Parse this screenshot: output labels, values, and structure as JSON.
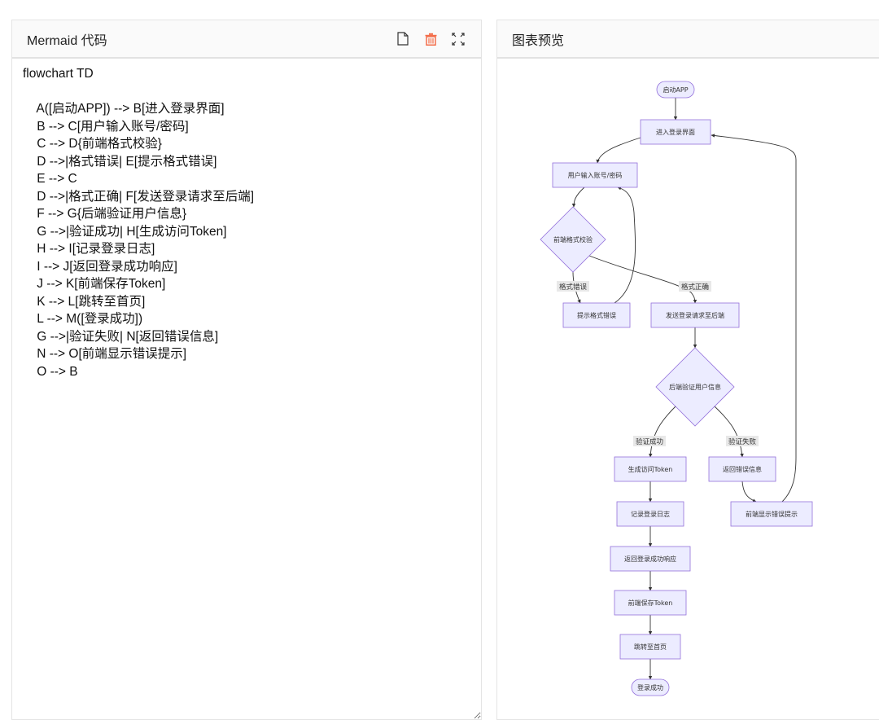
{
  "code_panel": {
    "title": "Mermaid 代码",
    "actions": {
      "new_icon": "file-icon",
      "delete_icon": "trash-icon",
      "fullscreen_icon": "expand-icon"
    },
    "colors": {
      "delete": "#f36d4a"
    },
    "code": "flowchart TD\n\n    A([启动APP]) --> B[进入登录界面]\n    B --> C[用户输入账号/密码]\n    C --> D{前端格式校验}\n    D -->|格式错误| E[提示格式错误]\n    E --> C\n    D -->|格式正确| F[发送登录请求至后端]\n    F --> G{后端验证用户信息}\n    G -->|验证成功| H[生成访问Token]\n    H --> I[记录登录日志]\n    I --> J[返回登录成功响应]\n    J --> K[前端保存Token]\n    K --> L[跳转至首页]\n    L --> M([登录成功])\n    G -->|验证失败| N[返回错误信息]\n    N --> O[前端显示错误提示]\n    O --> B"
  },
  "preview_panel": {
    "title": "图表预览",
    "colors": {
      "node_fill": "#ececff",
      "node_stroke": "#9370db",
      "edge": "#333333",
      "label_bg": "#e8e8e8"
    },
    "nodes": [
      {
        "id": "A",
        "label": "启动APP",
        "shape": "stadium"
      },
      {
        "id": "B",
        "label": "进入登录界面",
        "shape": "rect"
      },
      {
        "id": "C",
        "label": "用户输入账号/密码",
        "shape": "rect"
      },
      {
        "id": "D",
        "label": "前端格式校验",
        "shape": "diamond"
      },
      {
        "id": "E",
        "label": "提示格式错误",
        "shape": "rect"
      },
      {
        "id": "F",
        "label": "发送登录请求至后端",
        "shape": "rect"
      },
      {
        "id": "G",
        "label": "后端验证用户信息",
        "shape": "diamond"
      },
      {
        "id": "H",
        "label": "生成访问Token",
        "shape": "rect"
      },
      {
        "id": "N",
        "label": "返回错误信息",
        "shape": "rect"
      },
      {
        "id": "I",
        "label": "记录登录日志",
        "shape": "rect"
      },
      {
        "id": "O",
        "label": "前端显示错误提示",
        "shape": "rect"
      },
      {
        "id": "J",
        "label": "返回登录成功响应",
        "shape": "rect"
      },
      {
        "id": "K",
        "label": "前端保存Token",
        "shape": "rect"
      },
      {
        "id": "L",
        "label": "跳转至首页",
        "shape": "rect"
      },
      {
        "id": "M",
        "label": "登录成功",
        "shape": "stadium"
      }
    ],
    "edges": [
      {
        "from": "A",
        "to": "B",
        "label": ""
      },
      {
        "from": "B",
        "to": "C",
        "label": ""
      },
      {
        "from": "C",
        "to": "D",
        "label": ""
      },
      {
        "from": "D",
        "to": "E",
        "label": "格式错误"
      },
      {
        "from": "E",
        "to": "C",
        "label": ""
      },
      {
        "from": "D",
        "to": "F",
        "label": "格式正确"
      },
      {
        "from": "F",
        "to": "G",
        "label": ""
      },
      {
        "from": "G",
        "to": "H",
        "label": "验证成功"
      },
      {
        "from": "H",
        "to": "I",
        "label": ""
      },
      {
        "from": "I",
        "to": "J",
        "label": ""
      },
      {
        "from": "J",
        "to": "K",
        "label": ""
      },
      {
        "from": "K",
        "to": "L",
        "label": ""
      },
      {
        "from": "L",
        "to": "M",
        "label": ""
      },
      {
        "from": "G",
        "to": "N",
        "label": "验证失败"
      },
      {
        "from": "N",
        "to": "O",
        "label": ""
      },
      {
        "from": "O",
        "to": "B",
        "label": ""
      }
    ]
  }
}
